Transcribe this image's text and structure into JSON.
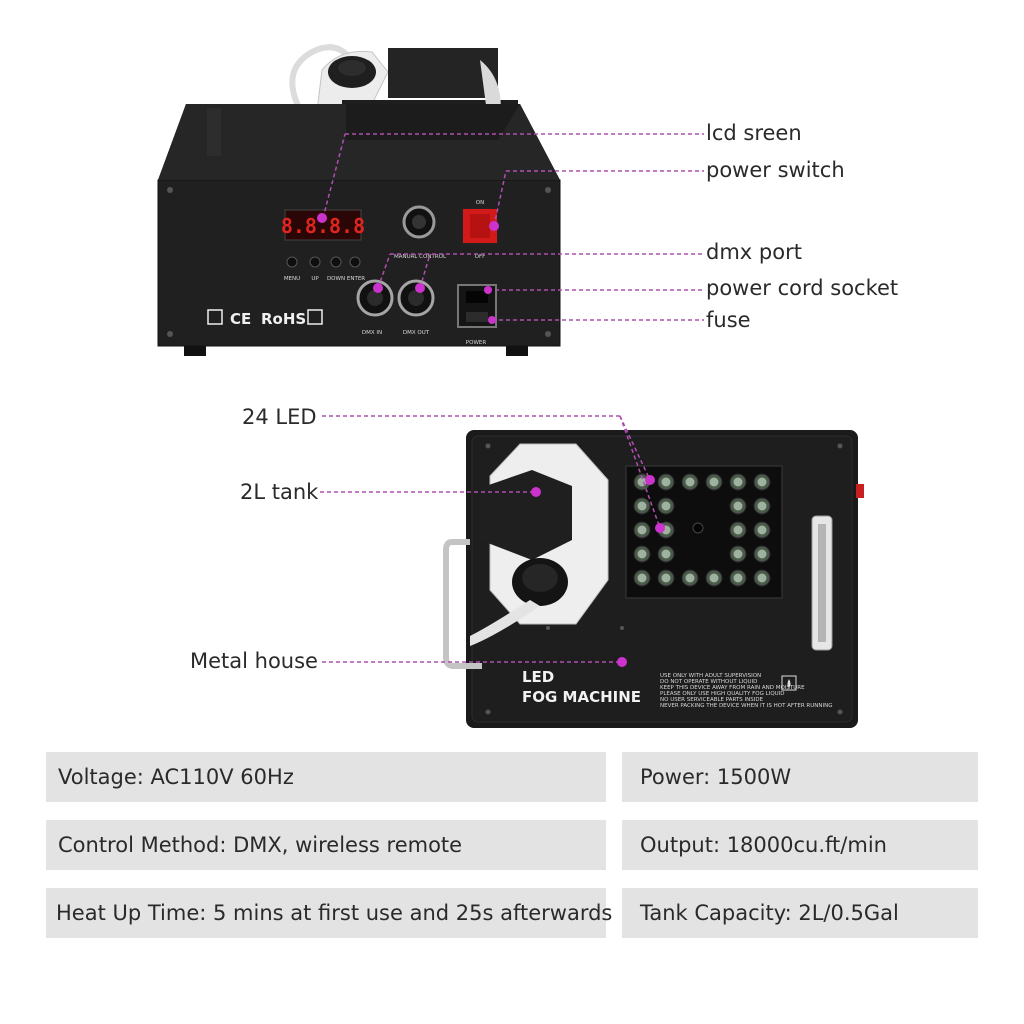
{
  "callouts_top": {
    "lcd": "lcd sreen",
    "power_switch": "power switch",
    "dmx_port": "dmx port",
    "power_cord_socket": "power cord socket",
    "fuse": "fuse"
  },
  "callouts_bottom": {
    "leds": "24 LED",
    "tank": "2L tank",
    "metal_house": "Metal house"
  },
  "machine_back": {
    "display": "8.8.8.8",
    "buttons": [
      "MENU",
      "UP",
      "DOWN",
      "ENTER"
    ],
    "manual_control": "MANUAL CONTROL",
    "switch_on": "ON",
    "switch_off": "OFF",
    "dmx_in": "DMX IN",
    "dmx_out": "DMX OUT",
    "power": "POWER",
    "cert_ce": "CE",
    "cert_rohs": "RoHS"
  },
  "machine_front": {
    "title_line1": "LED",
    "title_line2": "FOG MACHINE",
    "warnings": [
      "USE ONLY WITH ADULT SUPERVISION",
      "DO NOT OPERATE WITHOUT LIQUID",
      "KEEP THIS DEVICE AWAY FROM RAIN AND MOISTURE",
      "PLEASE ONLY USE HIGH QUALITY FOG LIQUID",
      "NO USER SERVICEABLE PARTS INSIDE",
      "NEVER PACKING THE DEVICE WHEN IT IS HOT AFTER RUNNING"
    ]
  },
  "specs": {
    "voltage": "Voltage: AC110V 60Hz",
    "power": "Power: 1500W",
    "control": "Control Method: DMX, wireless remote",
    "output": "Output: 18000cu.ft/min",
    "heatup": "Heat Up Time: 5 mins at first use and 25s afterwards",
    "tank": "Tank Capacity: 2L/0.5Gal"
  },
  "colors": {
    "callout_dot": "#cc33cc",
    "callout_line": "#b04fb0",
    "machine_body": "#1c1c1c",
    "spec_bg": "#e3e3e3"
  }
}
